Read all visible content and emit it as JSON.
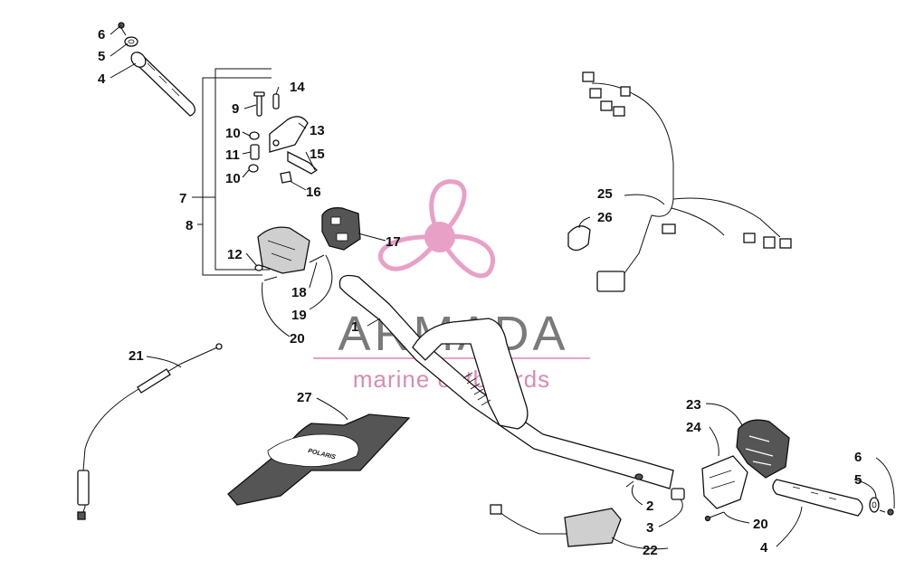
{
  "watermark": {
    "brand": "ARMADA",
    "tagline": "marine outboards",
    "colors": {
      "logo_pink": "#e9a0c6",
      "brand_gray": "#7a7a7a",
      "tagline_pink": "#d98bb4"
    }
  },
  "callouts": {
    "c1": "1",
    "c2": "2",
    "c3": "3",
    "c4a": "4",
    "c4b": "4",
    "c5a": "5",
    "c5b": "5",
    "c6a": "6",
    "c6b": "6",
    "c7": "7",
    "c8": "8",
    "c9": "9",
    "c10a": "10",
    "c10b": "10",
    "c11": "11",
    "c12": "12",
    "c13": "13",
    "c14": "14",
    "c15": "15",
    "c16": "16",
    "c17": "17",
    "c18": "18",
    "c19": "19",
    "c20a": "20",
    "c20b": "20",
    "c21": "21",
    "c22": "22",
    "c23": "23",
    "c24": "24",
    "c25": "25",
    "c26": "26",
    "c27": "27"
  },
  "pad_print": "POLARIS"
}
